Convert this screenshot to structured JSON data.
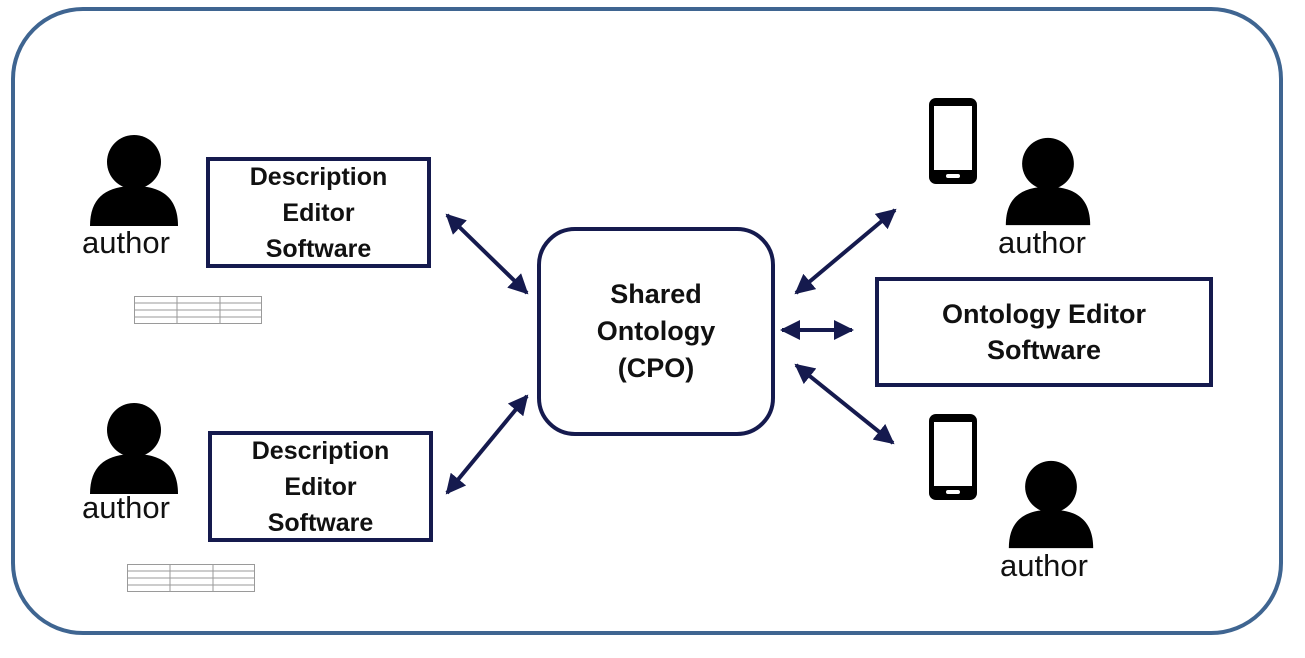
{
  "nodes": {
    "description_editor_top": [
      "Description",
      "Editor",
      "Software"
    ],
    "description_editor_bottom": [
      "Description",
      "Editor",
      "Software"
    ],
    "shared_ontology": [
      "Shared",
      "Ontology",
      "(CPO)"
    ],
    "ontology_editor": [
      "Ontology Editor",
      "Software"
    ]
  },
  "actors": {
    "author_top_left": "author",
    "author_bottom_left": "author",
    "author_top_right": "author",
    "author_bottom_right": "author"
  },
  "icons": {
    "person": "person-icon",
    "phone": "smartphone-icon",
    "table": "table-icon"
  },
  "colors": {
    "frame": "#3f6591",
    "box_border": "#151a4e",
    "arrow": "#151a4e",
    "icon": "#000000",
    "table_line": "#9a9a9a"
  },
  "edges": [
    {
      "from": "description_editor_top",
      "to": "shared_ontology",
      "direction": "both"
    },
    {
      "from": "description_editor_bottom",
      "to": "shared_ontology",
      "direction": "both"
    },
    {
      "from": "shared_ontology",
      "to": "author_top_right",
      "direction": "both"
    },
    {
      "from": "shared_ontology",
      "to": "ontology_editor",
      "direction": "both"
    },
    {
      "from": "shared_ontology",
      "to": "author_bottom_right",
      "direction": "both"
    }
  ]
}
